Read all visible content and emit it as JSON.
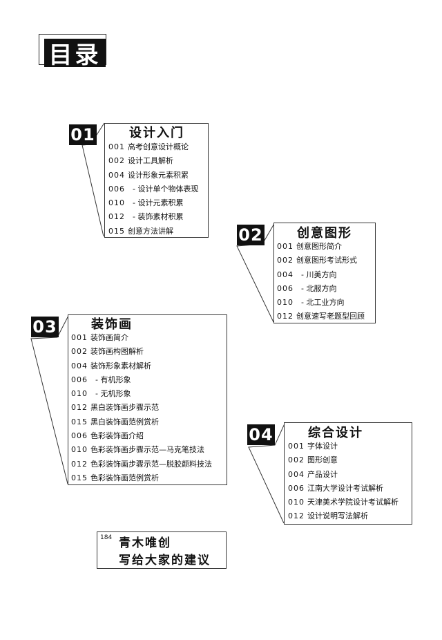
{
  "page_title": "目录",
  "sections": [
    {
      "num": "01",
      "title": "设计入门",
      "items": [
        {
          "page": "001",
          "text": "高考创意设计概论"
        },
        {
          "page": "002",
          "text": "设计工具解析"
        },
        {
          "page": "004",
          "text": "设计形象元素积累"
        },
        {
          "page": "006",
          "text": "  - 设计单个物体表现"
        },
        {
          "page": "010",
          "text": "  - 设计元素积累"
        },
        {
          "page": "012",
          "text": "  - 装饰素材积累"
        },
        {
          "page": "015",
          "text": "创意方法讲解"
        }
      ]
    },
    {
      "num": "02",
      "title": "创意图形",
      "items": [
        {
          "page": "001",
          "text": "创意图形简介"
        },
        {
          "page": "002",
          "text": "创意图形考试形式"
        },
        {
          "page": "004",
          "text": "  - 川美方向"
        },
        {
          "page": "006",
          "text": "  - 北服方向"
        },
        {
          "page": "010",
          "text": "  - 北工业方向"
        },
        {
          "page": "012",
          "text": "创意速写老题型回顾"
        }
      ]
    },
    {
      "num": "03",
      "title": "装饰画",
      "items": [
        {
          "page": "001",
          "text": "装饰画简介"
        },
        {
          "page": "002",
          "text": "装饰画构图解析"
        },
        {
          "page": "004",
          "text": "装饰形象素材解析"
        },
        {
          "page": "006",
          "text": "  - 有机形象"
        },
        {
          "page": "010",
          "text": "  - 无机形象"
        },
        {
          "page": "012",
          "text": "黑白装饰画步骤示范"
        },
        {
          "page": "015",
          "text": "黑白装饰画范例赏析"
        },
        {
          "page": "006",
          "text": "色彩装饰画介绍"
        },
        {
          "page": "010",
          "text": "色彩装饰画步骤示范—马克笔技法"
        },
        {
          "page": "012",
          "text": "色彩装饰画步骤示范—脱胶颜料技法"
        },
        {
          "page": "015",
          "text": "色彩装饰画范例赏析"
        }
      ]
    },
    {
      "num": "04",
      "title": "综合设计",
      "items": [
        {
          "page": "001",
          "text": "字体设计"
        },
        {
          "page": "002",
          "text": "图形创意"
        },
        {
          "page": "004",
          "text": "产品设计"
        },
        {
          "page": "006",
          "text": "江南大学设计考试解析"
        },
        {
          "page": "010",
          "text": "天津美术学院设计考试解析"
        },
        {
          "page": "012",
          "text": "设计说明写法解析"
        }
      ]
    }
  ],
  "note": {
    "page": "184",
    "line1": "青木唯创",
    "line2": "写给大家的建议"
  }
}
